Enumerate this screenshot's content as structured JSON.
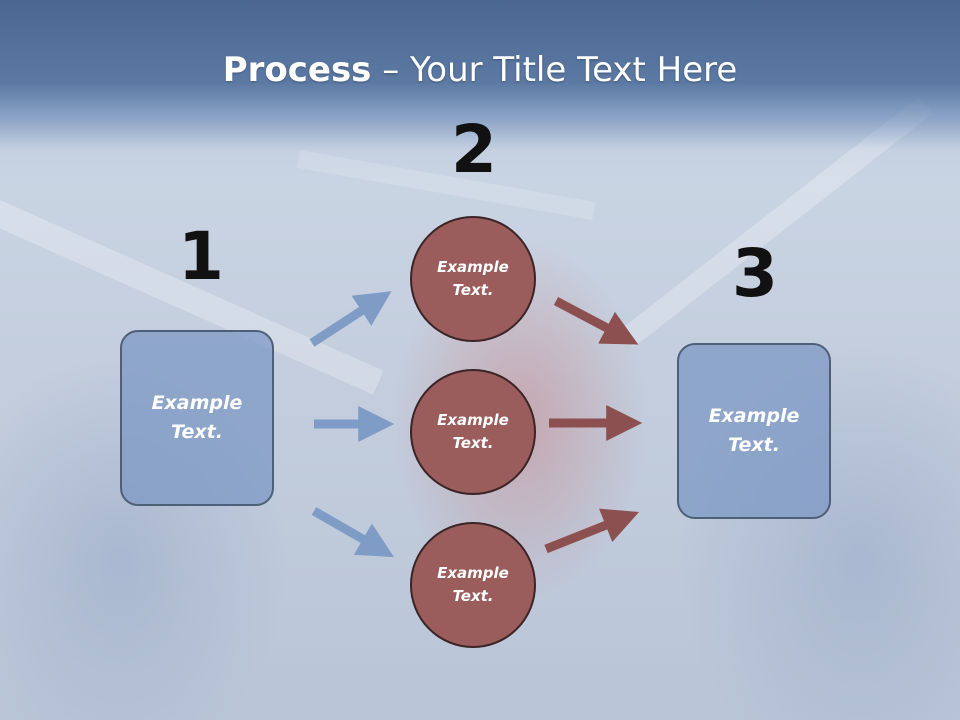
{
  "slide": {
    "title_bold": "Process",
    "title_rest": " – Your Title Text Here"
  },
  "steps": [
    {
      "number": "1",
      "text": "Example Text."
    },
    {
      "number": "2",
      "text": "Example Text."
    },
    {
      "number": "3",
      "text": "Example Text."
    }
  ],
  "circles": [
    {
      "text": "Example Text."
    },
    {
      "text": "Example Text."
    },
    {
      "text": "Example Text."
    }
  ],
  "colors": {
    "title_band": "#4a6791",
    "box_fill": "#7d98c4",
    "circle_fill": "#9b5c5c",
    "left_arrow": "#7f9cc6",
    "right_arrow": "#8c5050"
  }
}
